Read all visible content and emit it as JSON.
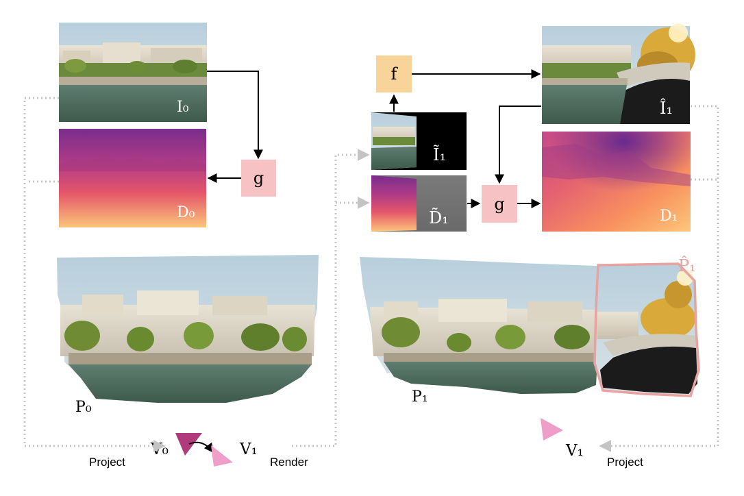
{
  "boxes": {
    "f": "f",
    "g_left": "g",
    "g_right": "g"
  },
  "labels": {
    "I0": "I₀",
    "D0": "D₀",
    "I1_tilde": "Ĩ₁",
    "D1_tilde": "D̃₁",
    "I1_hat": "Î₁",
    "D1": "D₁",
    "P0": "P₀",
    "P1": "P₁",
    "P1_hat": "P̂₁",
    "V0": "V₀",
    "V1_left": "V₁",
    "V1_right": "V₁"
  },
  "captions": {
    "project_left": "Project",
    "render": "Render",
    "project_right": "Project"
  },
  "colors": {
    "f_box": "#f8d49a",
    "g_box": "#f6c2c4",
    "arrow": "#000000",
    "dotted": "#c4c4c4",
    "camera_dark": "#b03a7c",
    "camera_light": "#ee9ec8",
    "p1hat_outline": "#e8a2a0",
    "p1hat_label": "#e8a2a0"
  }
}
